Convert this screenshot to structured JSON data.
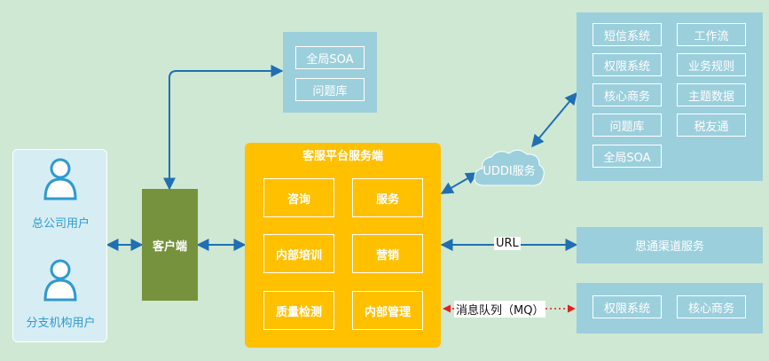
{
  "users": {
    "hq_label": "总公司用户",
    "branch_label": "分支机构用户"
  },
  "client": {
    "label": "客户端"
  },
  "server": {
    "title": "客服平台服务端",
    "services": [
      "咨询",
      "服务",
      "内部培训",
      "营销",
      "质量检测",
      "内部管理"
    ]
  },
  "soa_panel": {
    "items": [
      "全局SOA",
      "问题库"
    ]
  },
  "uddi": {
    "label": "UDDI服务"
  },
  "right_panel": {
    "items": [
      "短信系统",
      "工作流",
      "权限系统",
      "业务规则",
      "核心商务",
      "主题数据",
      "问题库",
      "税友通",
      "全局SOA"
    ]
  },
  "channel": {
    "label": "思通渠道服务"
  },
  "url_label": "URL",
  "mq_label": "消息队列（MQ）",
  "mq_panel": {
    "items": [
      "权限系统",
      "核心商务"
    ]
  },
  "colors": {
    "background": "#cfe8d3",
    "panel_blue": "#9ccfdc",
    "server_orange": "#ffc000",
    "client_green": "#76923c",
    "arrow_blue": "#1f6fb2",
    "mq_arrow_red": "#e02020",
    "user_icon_blue": "#2e9ad0"
  }
}
